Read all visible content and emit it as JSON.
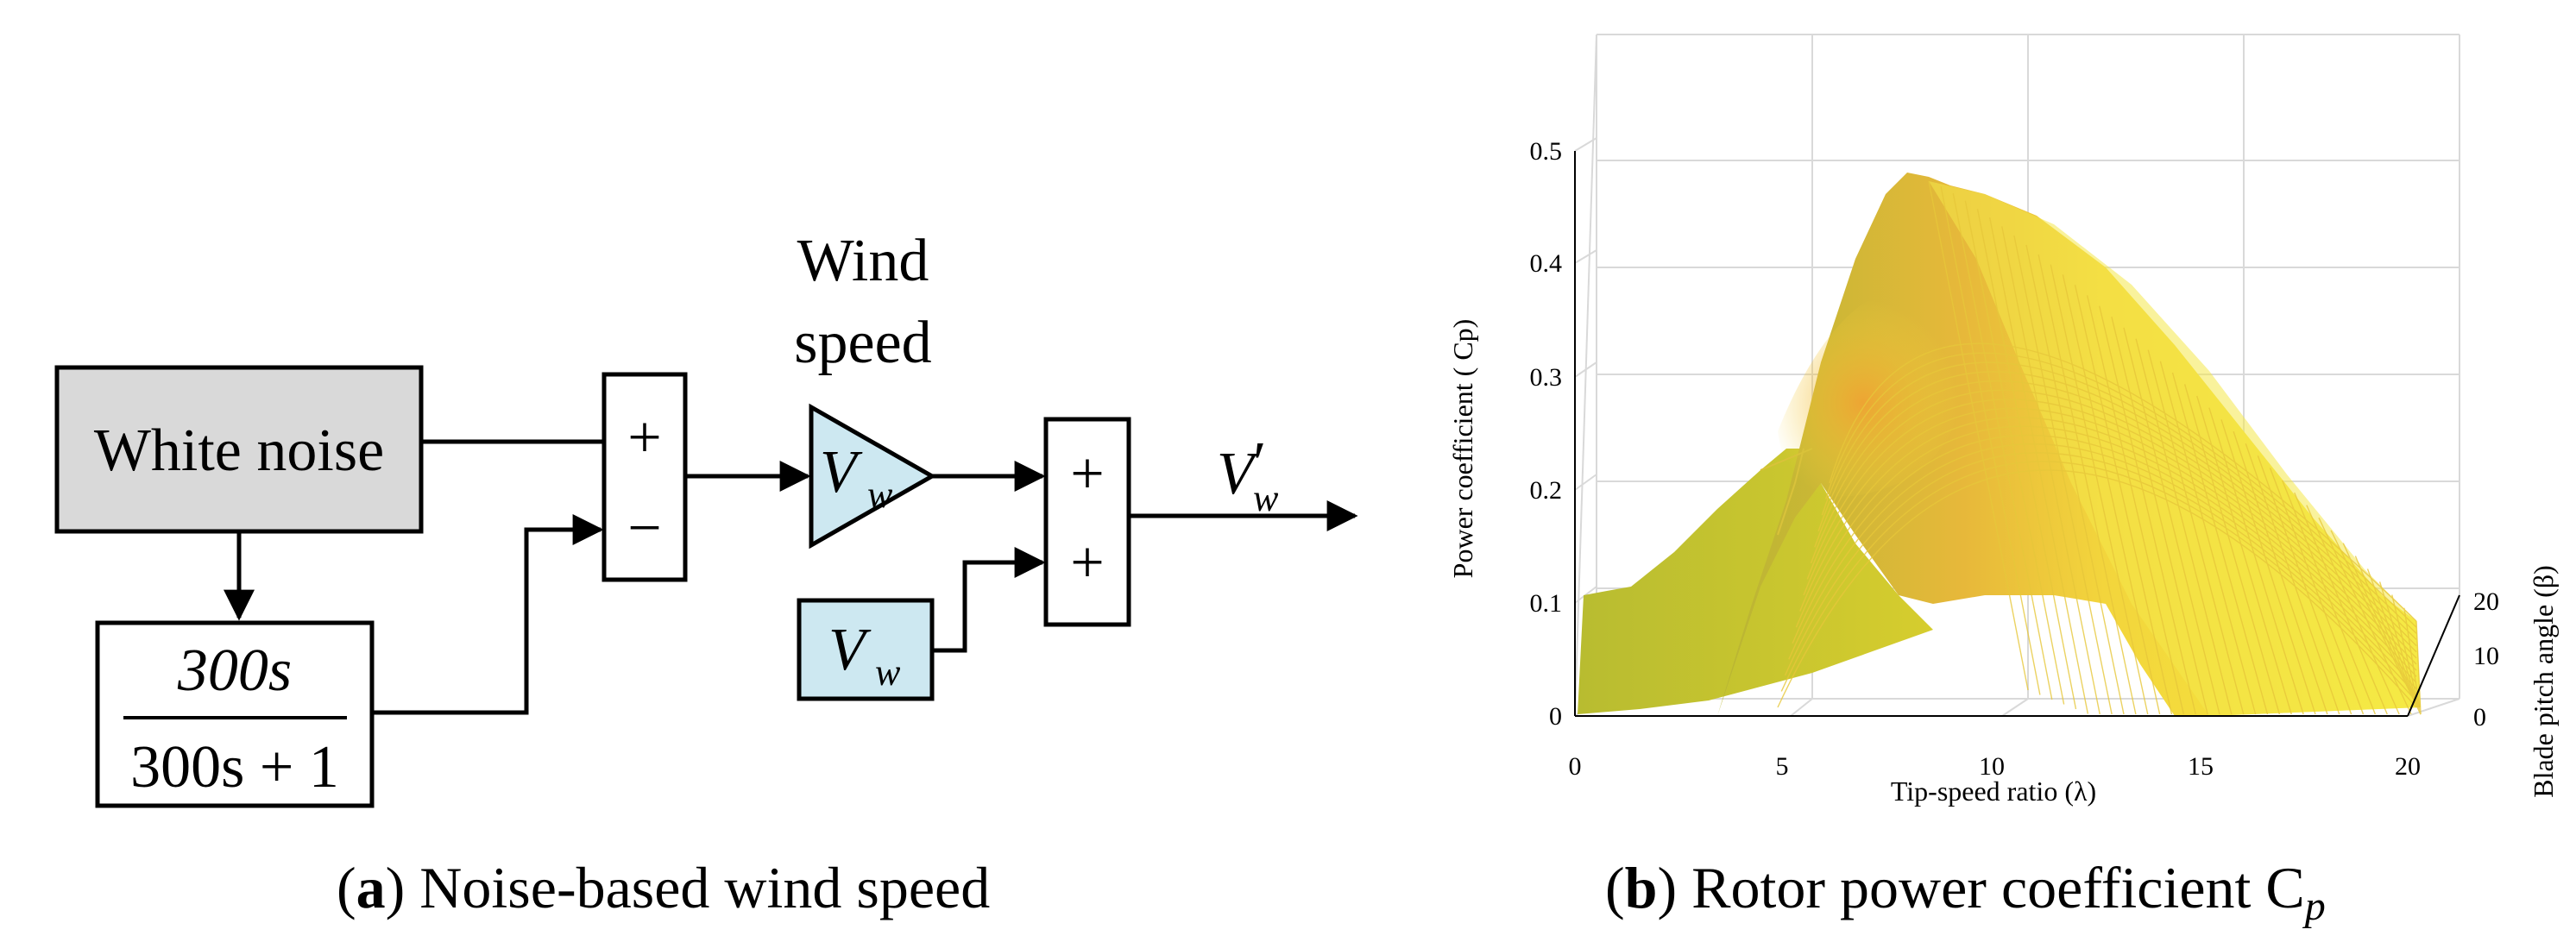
{
  "panel_a": {
    "white_noise_label": "White noise",
    "wind_speed_label_line1": "Wind",
    "wind_speed_label_line2": "speed",
    "filter_numerator": "300s",
    "filter_denominator": "300s + 1",
    "sum1_top_sign": "+",
    "sum1_bottom_sign": "−",
    "sum2_top_sign": "+",
    "sum2_bottom_sign": "+",
    "gain_symbol": "V",
    "gain_subscript": "w",
    "mean_symbol": "V",
    "mean_subscript": "w",
    "output_symbol": "V",
    "output_prime": "′",
    "output_subscript": "w",
    "caption_letter": "a",
    "caption_text": ") Noise-based wind speed",
    "colors": {
      "white_noise_fill": "#d9d9d9",
      "wind_block_fill": "#cde8f1"
    }
  },
  "panel_b": {
    "caption_letter": "b",
    "caption_text": ") Rotor power coefficient C",
    "caption_subscript": "p",
    "colors": {
      "surface_light": "#f3ec3a",
      "surface_mid": "#e9c93a",
      "surface_peak": "#f0a030",
      "surface_dark": "#b9bb35"
    }
  },
  "chart_data": {
    "type": "surface",
    "title": "",
    "xlabel": "Tip-speed ratio (λ)",
    "ylabel": "Blade pitch angle (β)",
    "zlabel": "Power coefficient ( Cp)",
    "xlim": [
      0,
      20
    ],
    "ylim": [
      0,
      20
    ],
    "zlim": [
      0,
      0.5
    ],
    "x_ticks": [
      "0",
      "5",
      "10",
      "15",
      "20"
    ],
    "y_ticks": [
      "0",
      "10",
      "20"
    ],
    "z_ticks": [
      "0",
      "0.1",
      "0.2",
      "0.3",
      "0.4",
      "0.5"
    ],
    "grid": true,
    "series": [
      {
        "pitch": 0,
        "lambda": [
          0,
          2,
          4,
          6,
          8,
          10,
          12,
          14,
          16,
          18,
          20
        ],
        "cp": [
          0.0,
          0.02,
          0.12,
          0.37,
          0.48,
          0.46,
          0.4,
          0.31,
          0.2,
          0.1,
          0.0
        ]
      },
      {
        "pitch": 10,
        "lambda": [
          0,
          2,
          4,
          6,
          8,
          10,
          12,
          14
        ],
        "cp": [
          0.0,
          0.06,
          0.16,
          0.25,
          0.22,
          0.13,
          0.04,
          0.0
        ]
      },
      {
        "pitch": 20,
        "lambda": [
          0,
          2,
          4,
          6,
          8,
          10,
          12
        ],
        "cp": [
          0.0,
          0.1,
          0.18,
          0.22,
          0.16,
          0.07,
          0.0
        ]
      }
    ]
  }
}
